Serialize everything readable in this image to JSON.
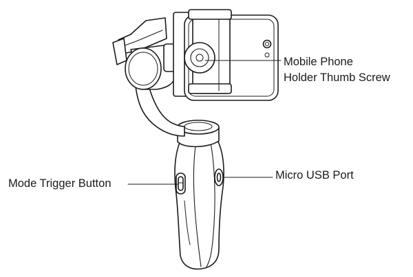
{
  "labels": {
    "thumb_screw_line1": "Mobile Phone",
    "thumb_screw_line2": "Holder Thumb Screw",
    "usb_port": "Micro USB Port",
    "mode_trigger": "Mode Trigger Button"
  },
  "colors": {
    "line": "#1a1a1a",
    "fill": "#ffffff",
    "background": "#ffffff"
  }
}
